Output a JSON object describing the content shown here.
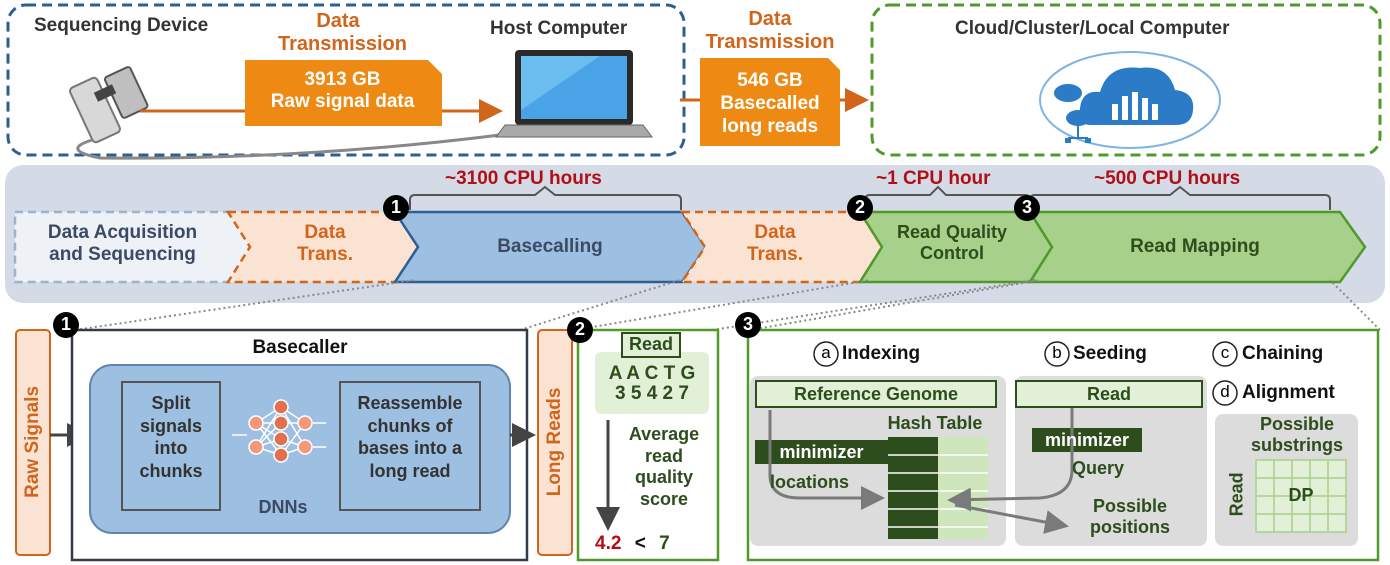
{
  "top": {
    "sequencing_device": "Sequencing Device",
    "host_computer": "Host Computer",
    "cloud": "Cloud/Cluster/Local Computer",
    "transmission1_label": [
      "Data",
      "Transmission"
    ],
    "transmission1_box": [
      "3913 GB",
      "Raw signal data"
    ],
    "transmission2_label": [
      "Data",
      "Transmission"
    ],
    "transmission2_box": [
      "546 GB",
      "Basecalled",
      "long reads"
    ]
  },
  "pipeline": {
    "cpu_basecalling": "~3100 CPU hours",
    "cpu_quality": "~1 CPU hour",
    "cpu_mapping": "~500 CPU hours",
    "steps": [
      {
        "label": [
          "Data Acquisition",
          "and Sequencing"
        ]
      },
      {
        "label": [
          "Data",
          "Trans."
        ]
      },
      {
        "label": [
          "Basecalling"
        ],
        "badge": "1"
      },
      {
        "label": [
          "Data",
          "Trans."
        ]
      },
      {
        "label": [
          "Read Quality",
          "Control"
        ],
        "badge": "2"
      },
      {
        "label": [
          "Read Mapping"
        ],
        "badge": "3"
      }
    ]
  },
  "basecaller": {
    "badge": "1",
    "input": "Raw Signals",
    "title": "Basecaller",
    "split": [
      "Split",
      "signals",
      "into",
      "chunks"
    ],
    "dnn": "DNNs",
    "reassemble": [
      "Reassemble",
      "chunks of",
      "bases into a",
      "long read"
    ],
    "output": "Long Reads"
  },
  "quality": {
    "badge": "2",
    "read_label": "Read",
    "bases": "A A C T G",
    "scores": "3 5 4 2 7",
    "avg": [
      "Average",
      "read",
      "quality",
      "score"
    ],
    "value": "4.2",
    "op": "<",
    "threshold": "7"
  },
  "mapping": {
    "badge": "3",
    "indexing": {
      "letter": "a",
      "label": "Indexing"
    },
    "seeding": {
      "letter": "b",
      "label": "Seeding"
    },
    "chaining": {
      "letter": "c",
      "label": "Chaining"
    },
    "alignment": {
      "letter": "d",
      "label": "Alignment"
    },
    "reference_genome": "Reference Genome",
    "hash_table": "Hash Table",
    "minimizer": "minimizer",
    "locations": "locations",
    "read": "Read",
    "query": "Query",
    "possible_positions": [
      "Possible",
      "positions"
    ],
    "possible_substrings": [
      "Possible",
      "substrings"
    ],
    "dp": "DP",
    "read_vertical": "Read"
  },
  "colors": {
    "blue_dash": "#2e5f93",
    "green_dash": "#4f9a2a",
    "orange": "#ee8a13",
    "orange_text": "#d0651b",
    "cpu_red": "#b00f15",
    "band": "#d5dbe6",
    "basecall_fill": "#9dbfe2",
    "green_fill": "#a7d08a",
    "dark_green": "#2e4d1c"
  }
}
